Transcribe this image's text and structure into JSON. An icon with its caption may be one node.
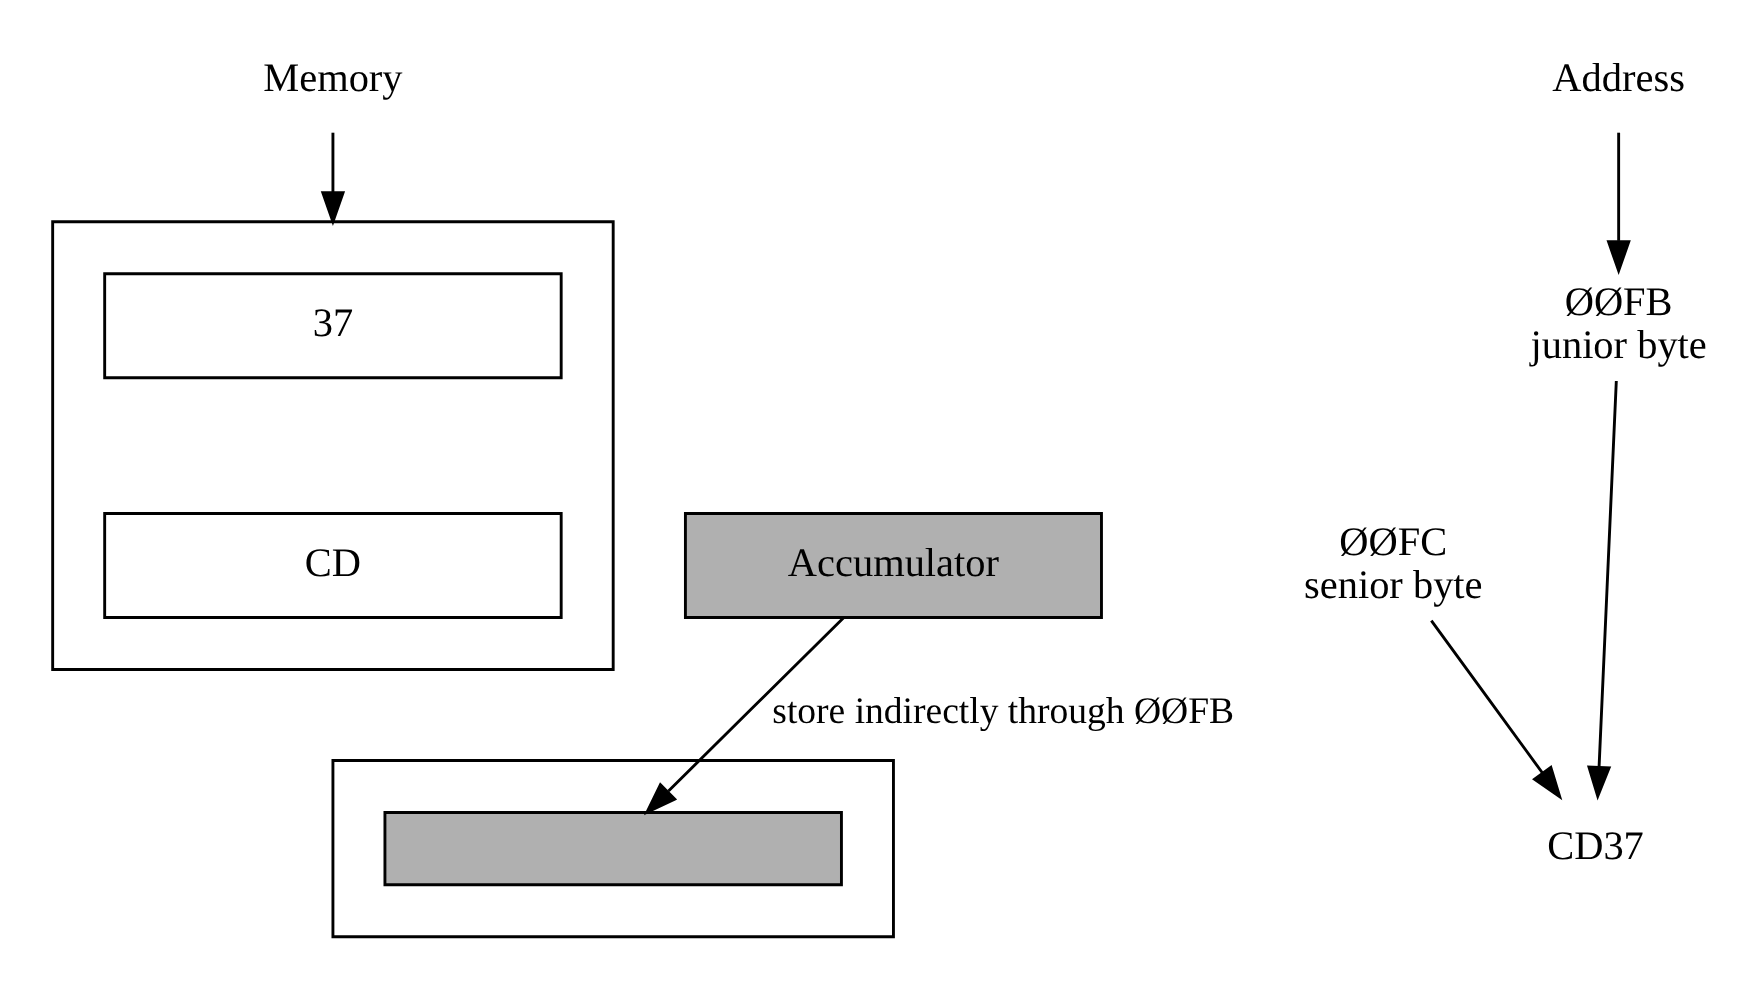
{
  "diagram": {
    "nodes": [
      {
        "text": [
          "Memory"
        ]
      },
      {
        "text": [
          "Address"
        ]
      },
      {
        "text": [],
        "shape": "box"
      },
      {
        "text": [
          "37"
        ],
        "in": 2
      },
      {
        "text": [
          "CD"
        ],
        "in": 2
      },
      {
        "text": [
          "ØØFB",
          "junior byte"
        ]
      },
      {
        "text": [
          "ØØFC",
          "senior byte"
        ]
      },
      {
        "text": [
          "Accumulator"
        ]
      },
      {
        "text": [],
        "shape": "box"
      },
      {
        "text": [],
        "shape": "bar",
        "in": 8
      },
      {
        "text": [
          "CD37"
        ]
      }
    ],
    "edges": [
      {
        "from": 0,
        "to": 2,
        "arrow": "to"
      },
      {
        "from": 1,
        "to": 5,
        "arrow": "to"
      },
      {
        "from": 7,
        "to": 9,
        "label": "store indirectly through ØØFB",
        "arrow": "to"
      },
      {
        "from": 5,
        "to": 10,
        "arrow": "to"
      },
      {
        "from": 6,
        "to": 10,
        "arrow": "to"
      }
    ]
  }
}
